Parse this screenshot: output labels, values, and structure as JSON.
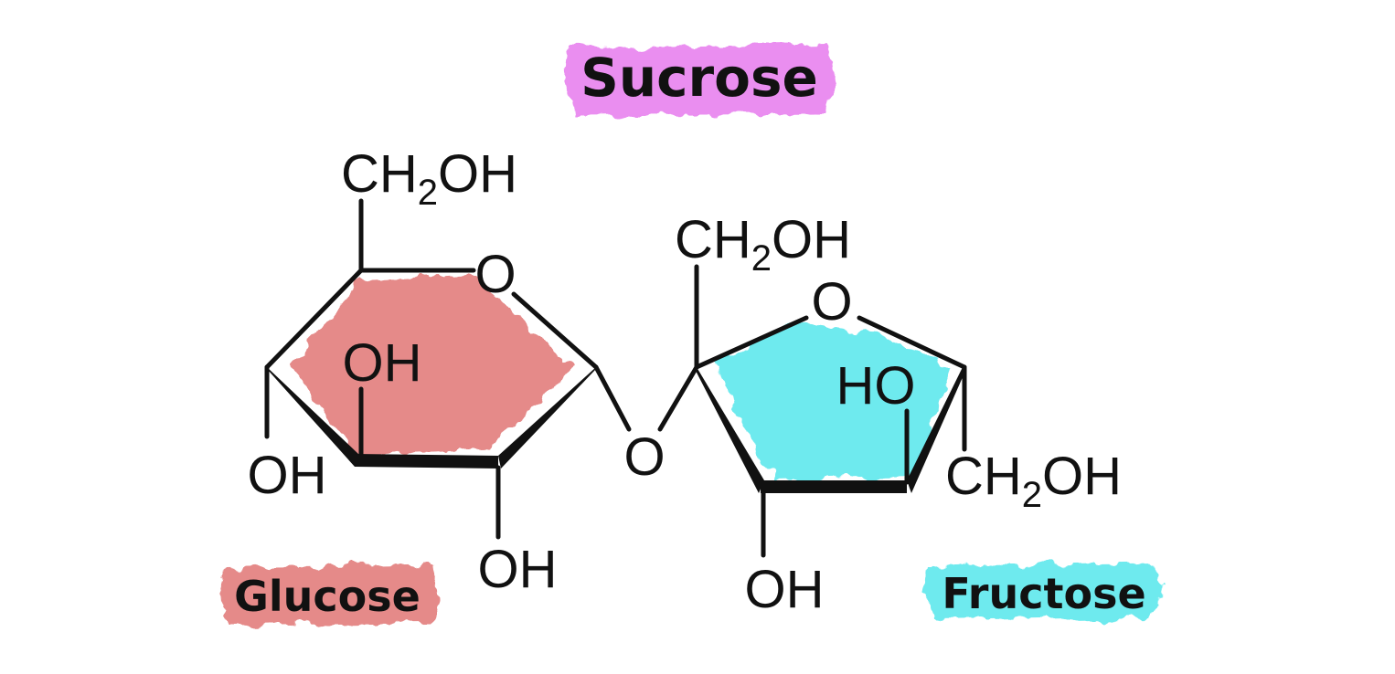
{
  "title": "Sucrose",
  "labels": {
    "glucose": "Glucose",
    "fructose": "Fructose"
  },
  "glucose_ring": {
    "ch2oh_top": {
      "main": "CH",
      "sub": "2",
      "tail": "OH"
    },
    "ring_oxygen": "O",
    "oh_inner": "OH",
    "oh_left": "OH",
    "oh_bottom": "OH"
  },
  "glycosidic_oxygen": "O",
  "fructose_ring": {
    "ch2oh_top": {
      "main": "CH",
      "sub": "2",
      "tail": "OH"
    },
    "ring_oxygen": "O",
    "ho_inner": "HO",
    "ch2oh_right": {
      "main": "CH",
      "sub": "2",
      "tail": "OH"
    },
    "oh_bottom": "OH"
  },
  "colors": {
    "title_highlight": "#ea8ef0",
    "glucose_highlight": "#e58a89",
    "fructose_highlight": "#6eeaee",
    "ink": "#111111"
  }
}
